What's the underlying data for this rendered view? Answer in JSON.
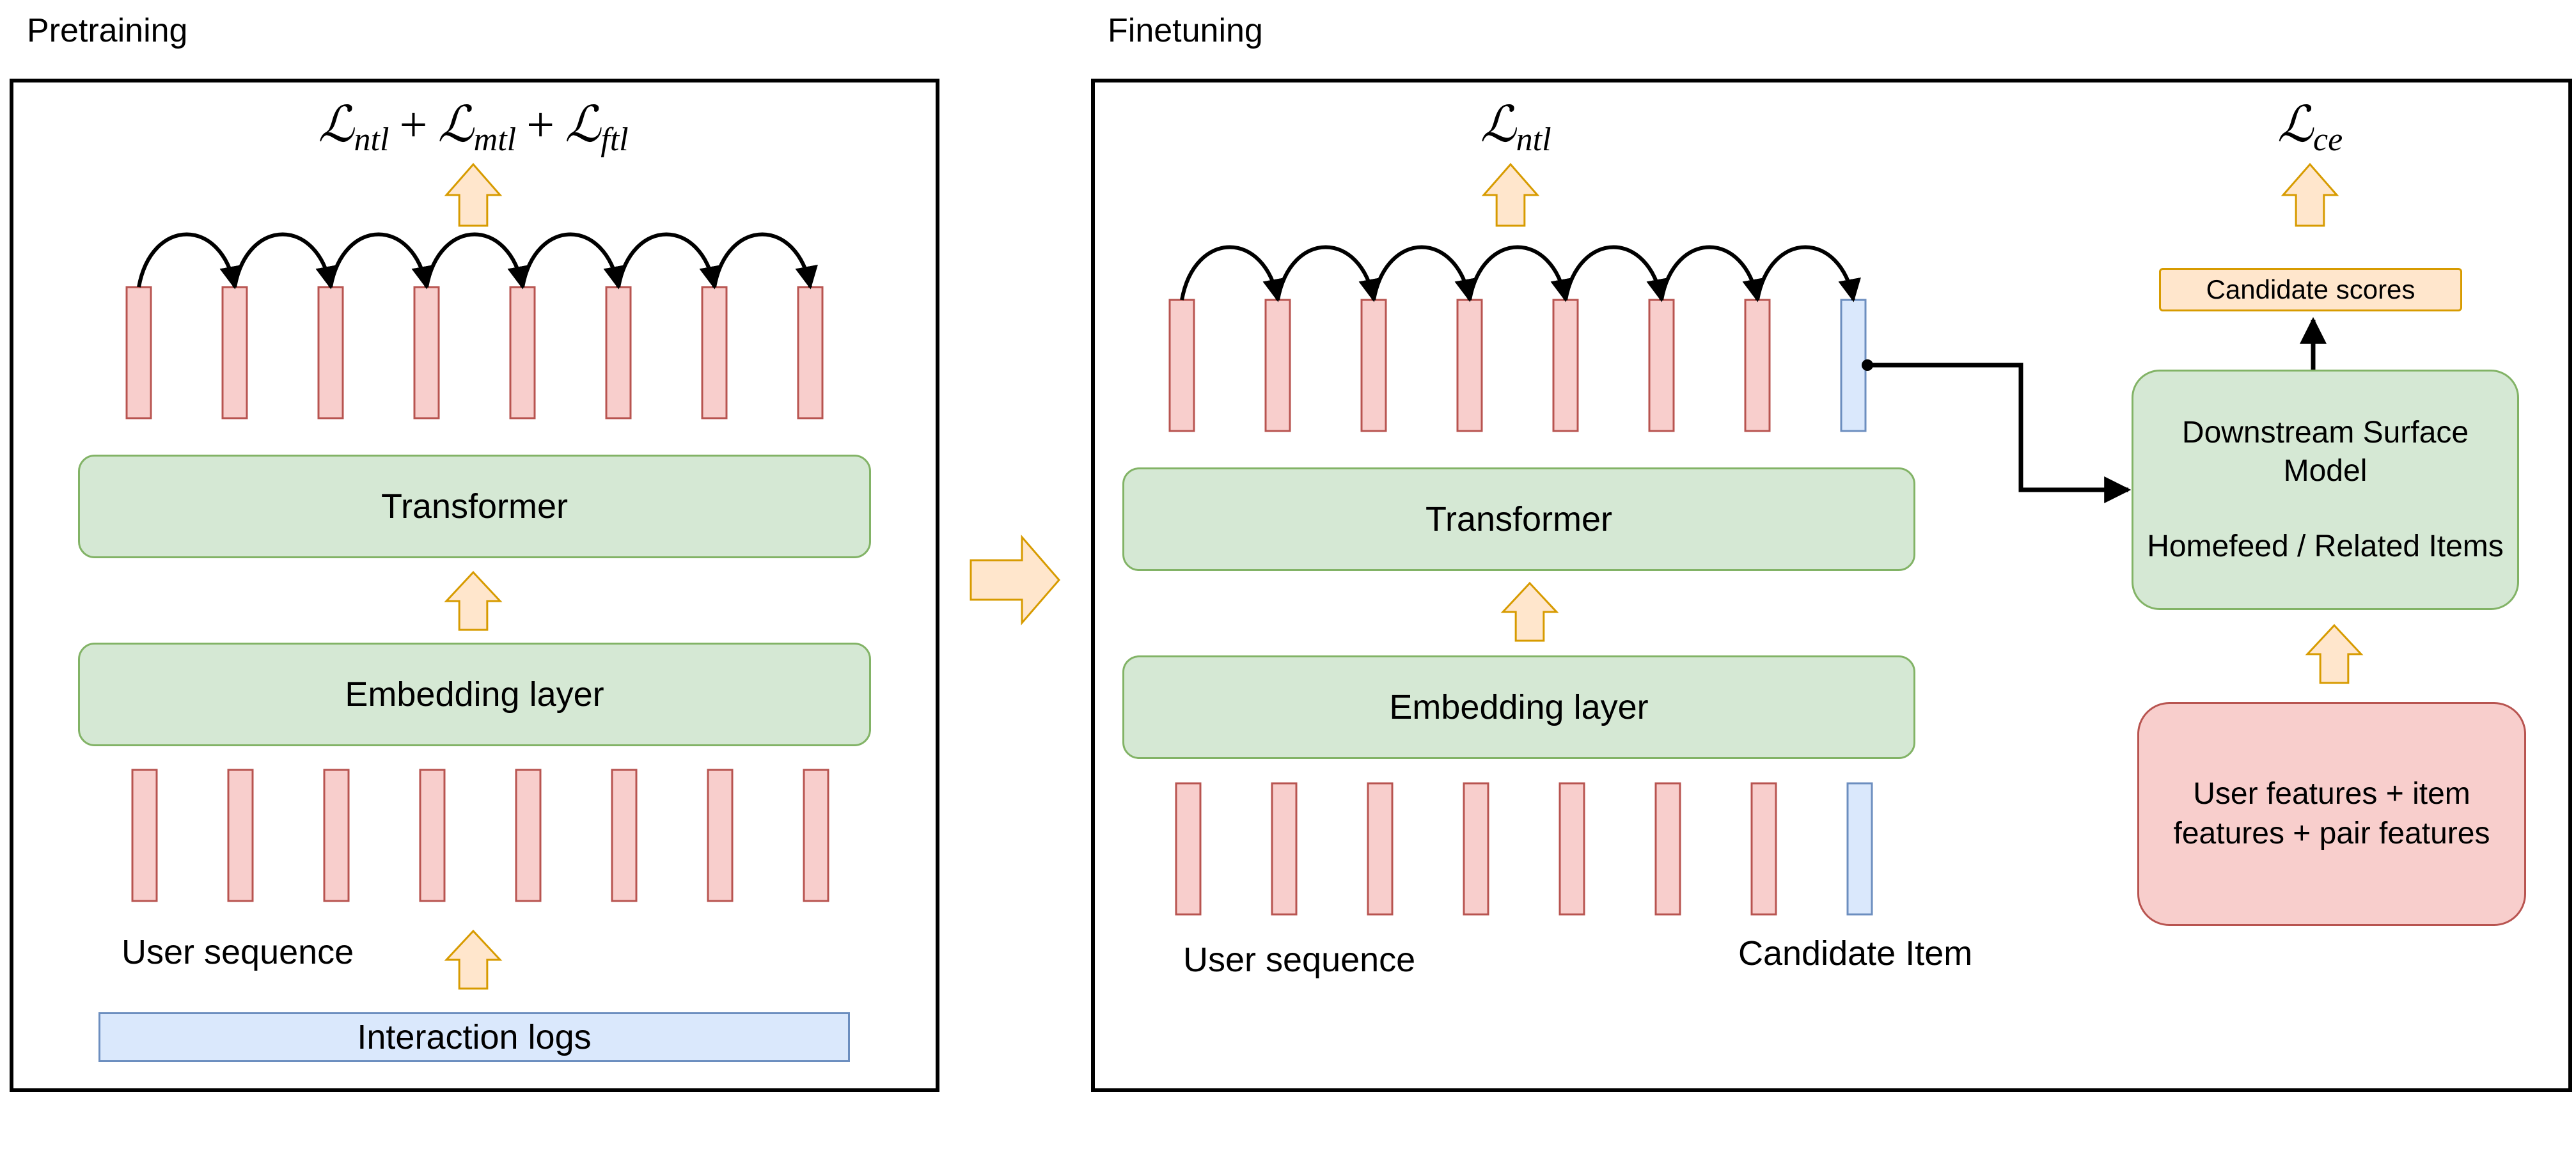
{
  "panels": {
    "pretraining": {
      "title": "Pretraining",
      "loss": [
        {
          "symbol": "ℒ",
          "sub": "ntl"
        },
        {
          "symbol": "ℒ",
          "sub": "mtl"
        },
        {
          "symbol": "ℒ",
          "sub": "ftl"
        }
      ],
      "loss_operator": "+",
      "transformer_label": "Transformer",
      "embedding_label": "Embedding layer",
      "user_sequence_label": "User sequence",
      "interaction_logs_label": "Interaction logs"
    },
    "finetuning": {
      "title": "Finetuning",
      "loss_ntl": {
        "symbol": "ℒ",
        "sub": "ntl"
      },
      "loss_ce": {
        "symbol": "ℒ",
        "sub": "ce"
      },
      "transformer_label": "Transformer",
      "embedding_label": "Embedding layer",
      "user_sequence_label": "User sequence",
      "candidate_item_label": "Candidate Item",
      "candidate_scores_label": "Candidate scores",
      "downstream_model_line1": "Downstream Surface Model",
      "downstream_model_line2": "Homefeed / Related Items",
      "features_label": "User features + item features + pair features"
    }
  },
  "colors": {
    "token_fill": "#f8cecc",
    "token_stroke": "#b85450",
    "candidate_fill": "#dae8fc",
    "candidate_stroke": "#6c8ebf",
    "arrow_fill": "#ffe6cc",
    "arrow_stroke": "#d79b00"
  }
}
